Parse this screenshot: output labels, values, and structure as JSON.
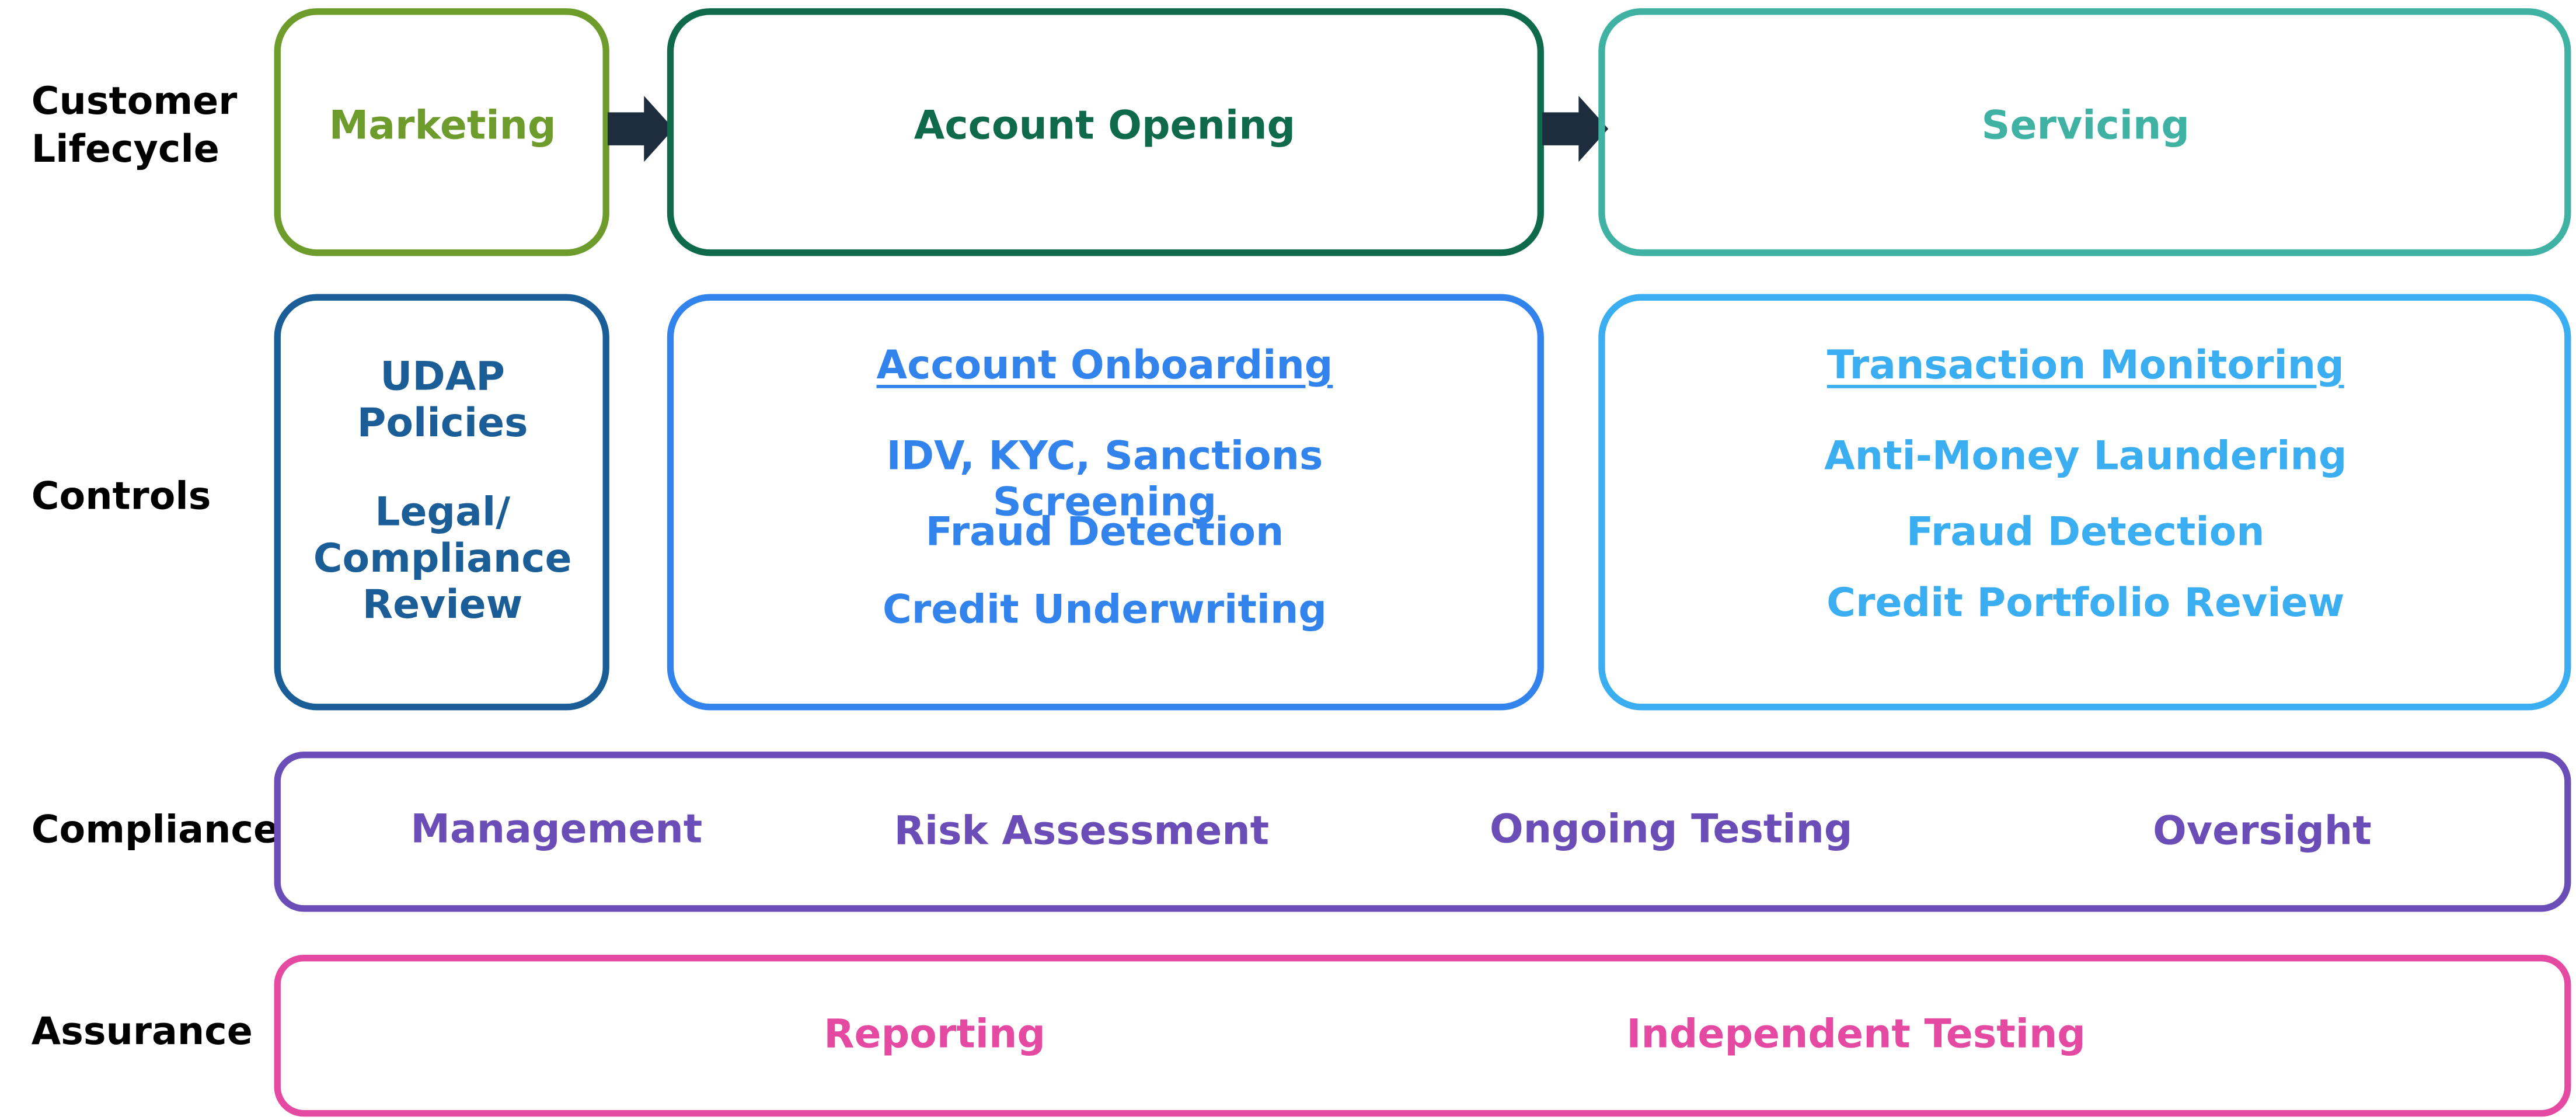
{
  "colors": {
    "marketing": "#6d9c2c",
    "account_opening": "#0e6a4a",
    "servicing": "#3fb2a3",
    "controls_dark": "#1b5d96",
    "controls_mid": "#3383ec",
    "controls_light": "#3aaef0",
    "compliance": "#6a4db6",
    "assurance": "#e54aa2",
    "arrow": "#1e2d3d"
  },
  "rows": {
    "customer_lifecycle": "Customer\nLifecycle",
    "controls": "Controls",
    "compliance": "Compliance",
    "assurance": "Assurance"
  },
  "lifecycle": {
    "marketing": "Marketing",
    "account_opening": "Account Opening",
    "servicing": "Servicing"
  },
  "controls": {
    "policies": {
      "udap": "UDAP\nPolicies",
      "legal": "Legal/\nCompliance\nReview"
    },
    "account_onboarding": {
      "title": "Account Onboarding",
      "items": [
        "IDV, KYC, Sanctions\nScreening",
        "Fraud Detection",
        "Credit Underwriting"
      ]
    },
    "transaction_monitoring": {
      "title": "Transaction Monitoring",
      "items": [
        "Anti-Money Laundering",
        "Fraud Detection",
        "Credit Portfolio Review"
      ]
    }
  },
  "compliance": {
    "items": [
      "Management",
      "Risk Assessment",
      "Ongoing Testing",
      "Oversight"
    ]
  },
  "assurance": {
    "items": [
      "Reporting",
      "Independent Testing"
    ]
  }
}
